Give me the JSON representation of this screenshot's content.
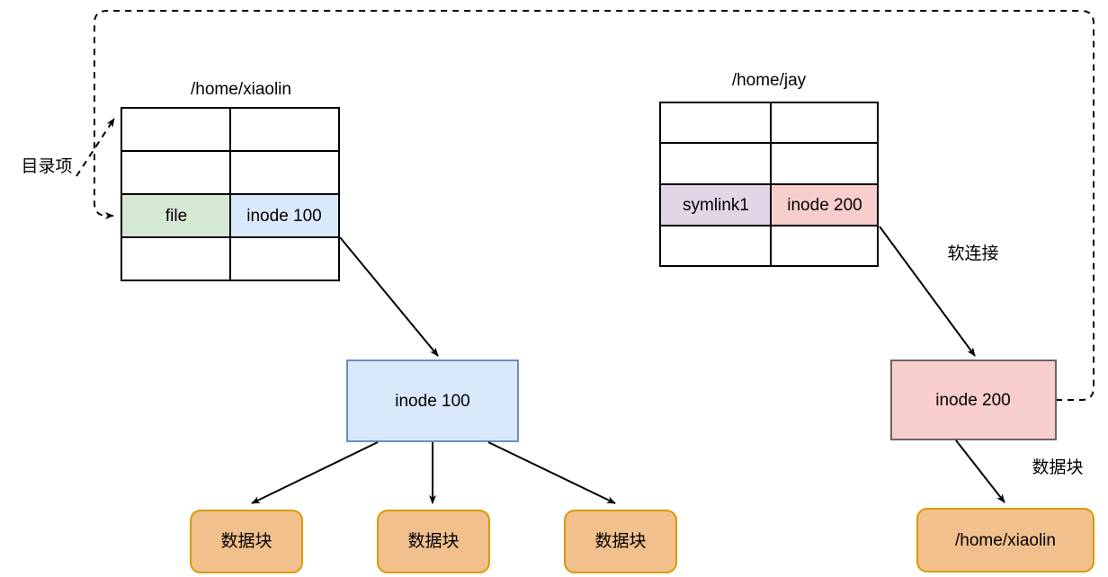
{
  "diagram": {
    "title_left": "/home/xiaolin",
    "title_right": "/home/jay",
    "labels": {
      "dir_entry": "目录项",
      "symlink": "软连接",
      "data_block_label": "数据块"
    },
    "left_table": {
      "name": "/home/xiaolin",
      "rows": [
        {
          "name": "",
          "inode": ""
        },
        {
          "name": "",
          "inode": ""
        },
        {
          "name": "file",
          "inode": "inode 100",
          "name_fill": "#d5e8d4",
          "inode_fill": "#dae8fc",
          "name_stroke": "#82b366",
          "inode_stroke": "#6c8ebf"
        },
        {
          "name": "",
          "inode": ""
        }
      ]
    },
    "right_table": {
      "name": "/home/jay",
      "rows": [
        {
          "name": "",
          "inode": ""
        },
        {
          "name": "",
          "inode": ""
        },
        {
          "name": "symlink1",
          "inode": "inode 200",
          "name_fill": "#e1d5e7",
          "inode_fill": "#f8cecc",
          "name_stroke": "#9673a6",
          "inode_stroke": "#b85450"
        },
        {
          "name": "",
          "inode": ""
        }
      ]
    },
    "inode_left": {
      "label": "inode 100",
      "fill": "#dae8fc",
      "stroke": "#6c8ebf"
    },
    "inode_right": {
      "label": "inode 200",
      "fill": "#f8cecc",
      "stroke": "#b85450"
    },
    "data_blocks": [
      {
        "label": "数据块"
      },
      {
        "label": "数据块"
      },
      {
        "label": "数据块"
      }
    ],
    "symlink_target_block": {
      "label": "/home/xiaolin"
    },
    "colors": {
      "block_fill": "#f2c08c",
      "block_stroke": "#d79b00",
      "line": "#000000",
      "background": "#ffffff"
    }
  }
}
